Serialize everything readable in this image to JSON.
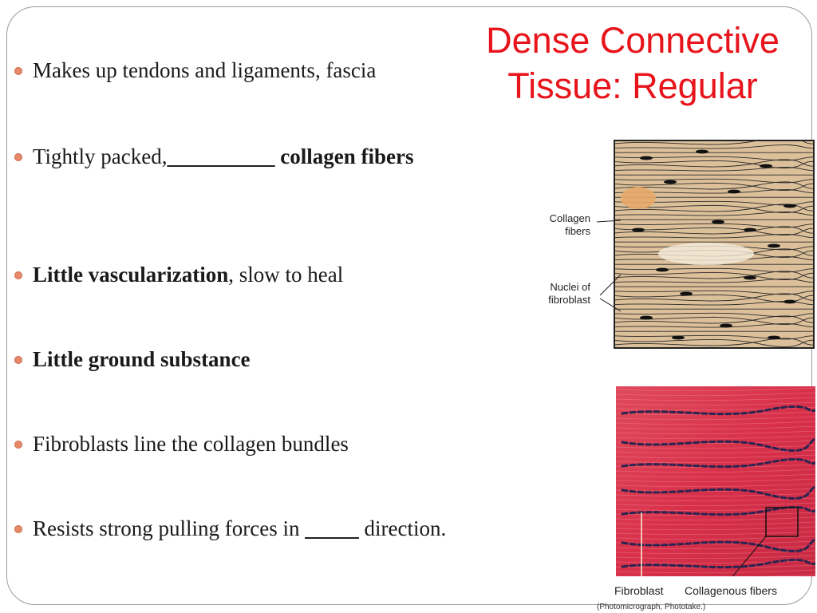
{
  "slide": {
    "title_line1": "Dense Connective",
    "title_line2": "Tissue: Regular"
  },
  "bullets": [
    {
      "parts": [
        {
          "text": "Makes up tendons and ligaments, fascia"
        }
      ]
    },
    {
      "parts": [
        {
          "text": "Tightly packed,"
        },
        {
          "text": "__________ collagen fibers",
          "bold": true
        }
      ]
    },
    {
      "parts": [
        {
          "text": "Little vascularization",
          "bold": true
        },
        {
          "text": ", slow to heal"
        }
      ]
    },
    {
      "parts": [
        {
          "text": "Little ground substance",
          "bold": true
        }
      ]
    },
    {
      "parts": [
        {
          "text": "Fibroblasts line the collagen bundles"
        }
      ]
    },
    {
      "parts": [
        {
          "text": "Resists strong pulling forces in "
        },
        {
          "text": "_____",
          "bold": true
        },
        {
          "text": " direction."
        }
      ]
    }
  ],
  "diagram": {
    "label_collagen_line1": "Collagen",
    "label_collagen_line2": "fibers",
    "label_nuclei_line1": "Nuclei of",
    "label_nuclei_line2": "fibroblast"
  },
  "micrograph": {
    "label_fibroblast": "Fibroblast",
    "label_collagenous": "Collagenous fibers",
    "credit": "(Photomicrograph, Phototake.)"
  },
  "colors": {
    "title": "#e8141c",
    "bullet_dot": "#e88a6a",
    "diagram_fill": "#dcc09a",
    "micrograph_fill": "#d8304a"
  }
}
